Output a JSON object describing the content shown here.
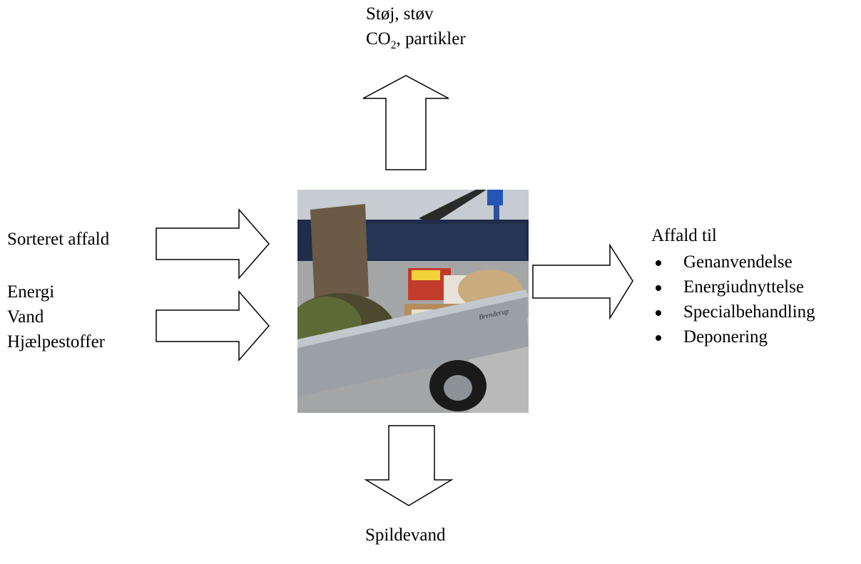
{
  "top": {
    "line1": "Støj, støv",
    "line2_prefix": "CO",
    "line2_sub": "2",
    "line2_suffix": ", partikler"
  },
  "left": {
    "sorted_waste": "Sorteret affald",
    "inputs": [
      "Energi",
      "Vand",
      "Hjælpestoffer"
    ]
  },
  "right": {
    "heading": "Affald til",
    "items": [
      "Genanvendelse",
      "Energiudnyttelse",
      "Specialbehandling",
      "Deponering"
    ]
  },
  "bottom": {
    "label": "Spildevand"
  },
  "photo": {
    "trailer_brand": "Brenderup"
  },
  "colors": {
    "arrow_stroke": "#000000",
    "arrow_fill": "#ffffff"
  }
}
